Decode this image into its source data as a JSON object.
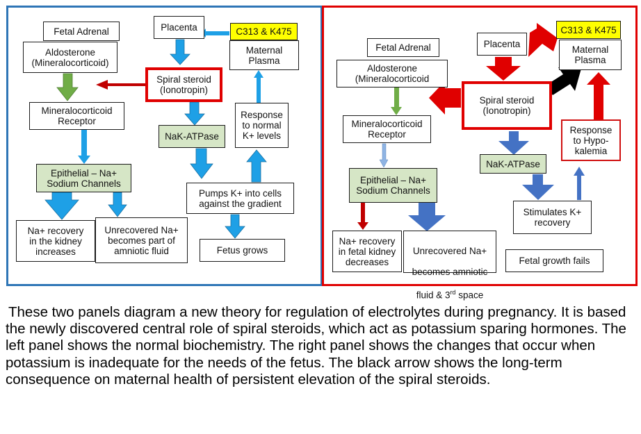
{
  "left_panel": {
    "fetal_adrenal": "Fetal Adrenal",
    "aldosterone": "Aldosterone\n(Mineralocorticoid)",
    "placenta": "Placenta",
    "mutation": "C313 & K475",
    "maternal_plasma": "Maternal\nPlasma",
    "spiral_steroid": "Spiral steroid\n(Ionotropin)",
    "mr_receptor": "Mineralocorticoid\nReceptor",
    "nak_atpase": "NaK-ATPase",
    "response": "Response\nto normal\nK+ levels",
    "epithelial": "Epithelial – Na+\nSodium Channels",
    "pumps": "Pumps K+ into cells\nagainst the gradient",
    "na_recovery": "Na+ recovery\nin the kidney\nincreases",
    "unrecovered": "Unrecovered Na+\nbecomes part of\namniotic fluid",
    "fetus_grows": "Fetus grows"
  },
  "right_panel": {
    "fetal_adrenal": "Fetal Adrenal",
    "aldosterone": "Aldosterone\n(Mineralocorticoid",
    "placenta": "Placenta",
    "mutation": "C313 & K475",
    "maternal_plasma": "Maternal\nPlasma",
    "spiral_steroid": "Spiral steroid\n(Ionotropin)",
    "mr_receptor": "Mineralocorticoid\nReceptor",
    "nak_atpase": "NaK-ATPase",
    "response": "Response\nto Hypo-\nkalemia",
    "epithelial": "Epithelial – Na+\nSodium Channels",
    "stimulates": "Stimulates K+\nrecovery",
    "na_recovery": "Na+ recovery\nin fetal kidney\ndecreases",
    "unrecovered_line1": "Unrecovered Na+",
    "unrecovered_line2": "becomes amniotic",
    "unrecovered_line3_pre": "fluid & 3",
    "unrecovered_sup": "rd",
    "unrecovered_line3_post": " space",
    "fetal_growth_fails": "Fetal growth fails"
  },
  "caption": "These two panels diagram a new theory for regulation of electrolytes during pregnancy. It is based the newly discovered central role of spiral steroids, which act as potassium sparing hormones. The left panel shows the normal biochemistry. The right panel shows the changes that occur when potassium is inadequate for the needs of the fetus. The black arrow shows the long-term consequence on maternal health of persistent elevation of the spiral steroids.",
  "colors": {
    "left_border": "#2e75b6",
    "right_border": "#e00000",
    "green_fill": "#d6e6c6",
    "yellow_fill": "#ffff00",
    "light_blue_arrow": "#1ea0e6",
    "dark_blue_arrow": "#4472c4",
    "red_arrow": "#e00000",
    "green_arrow": "#70ad47",
    "black_arrow": "#000000"
  }
}
